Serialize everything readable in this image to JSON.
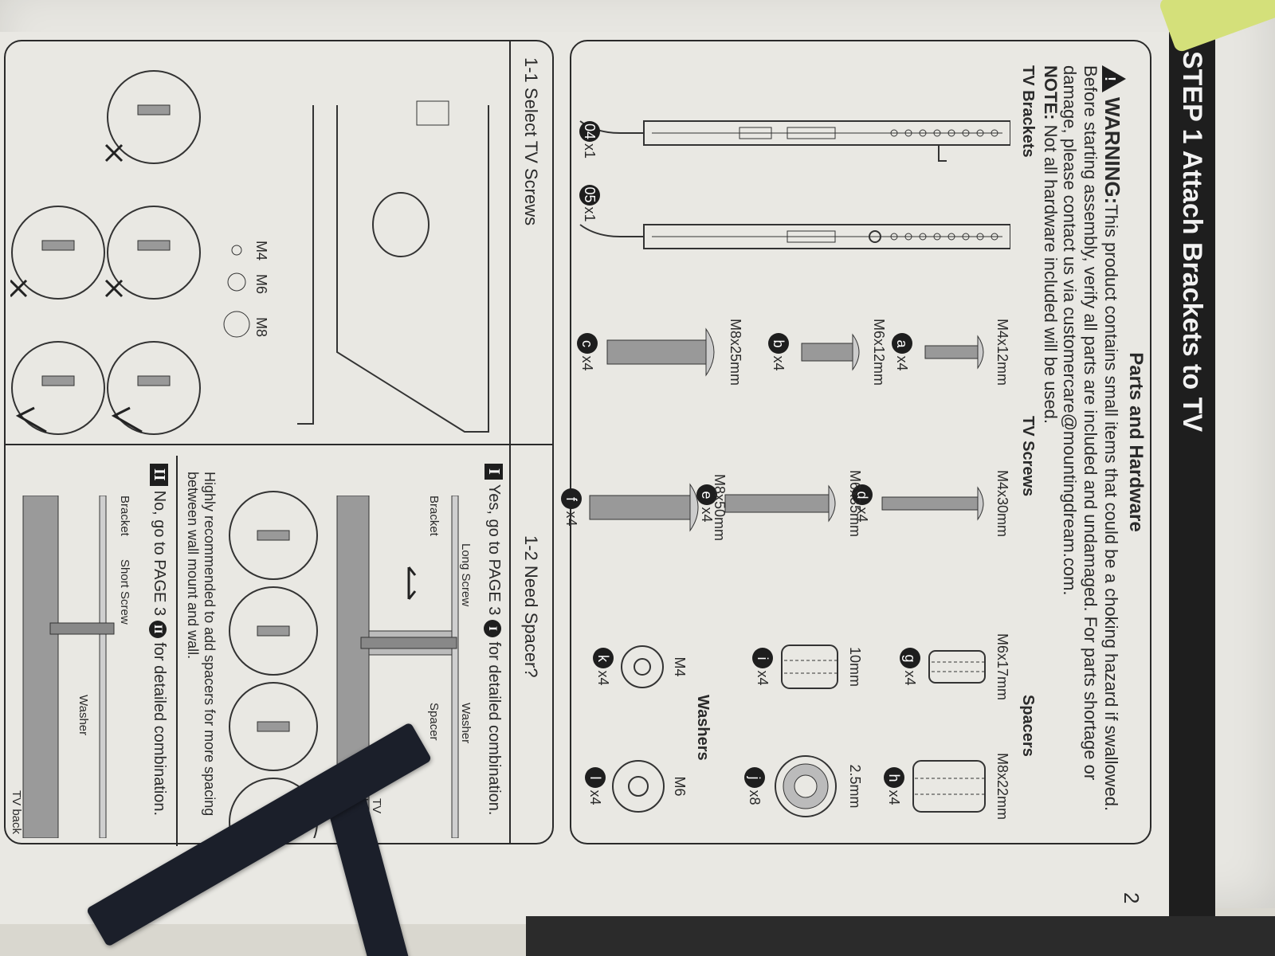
{
  "page": {
    "step_title": "STEP 1 Attach Brackets to TV",
    "page_number": "2"
  },
  "parts": {
    "heading": "Parts and Hardware",
    "warning_label": "WARNING:",
    "warning_text": "This product contains small items that could be a choking hazard if swallowed. Before starting assembly, verify all parts are included and undamaged. For parts shortage or damage, please contact us via customercare@mountingdream.com.",
    "note_label": "NOTE:",
    "note_text": "Not all hardware included will be used.",
    "tv_brackets_label": "TV Brackets",
    "tv_screws_label": "TV Screws",
    "spacers_label": "Spacers",
    "washers_label": "Washers",
    "brackets": [
      {
        "id": "04",
        "qty": "x1"
      },
      {
        "id": "05",
        "qty": "x1"
      }
    ],
    "screws": [
      {
        "spec": "M4x12mm",
        "id": "a",
        "qty": "x4"
      },
      {
        "spec": "M6x12mm",
        "id": "b",
        "qty": "x4"
      },
      {
        "spec": "M8x25mm",
        "id": "c",
        "qty": "x4"
      },
      {
        "spec": "M4x30mm",
        "id": "d",
        "qty": "x4"
      },
      {
        "spec": "M6x35mm",
        "id": "e",
        "qty": "x4"
      },
      {
        "spec": "M8x50mm",
        "id": "f",
        "qty": "x4"
      }
    ],
    "spacers": [
      {
        "spec": "M6x17mm",
        "id": "g",
        "qty": "x4"
      },
      {
        "spec": "M8x22mm",
        "id": "h",
        "qty": "x4"
      },
      {
        "spec": "10mm",
        "id": "i",
        "qty": "x4"
      },
      {
        "spec": "2.5mm",
        "id": "j",
        "qty": "x8"
      }
    ],
    "washers": [
      {
        "spec": "M4",
        "id": "k",
        "qty": "x4"
      },
      {
        "spec": "M6",
        "id": "l",
        "qty": "x4"
      }
    ]
  },
  "select_screws": {
    "title": "1-1 Select TV Screws",
    "sizes": [
      "M4",
      "M6",
      "M8"
    ]
  },
  "need_spacer": {
    "title": "1-2 Need Spacer?",
    "yes_roman": "I",
    "yes_text_1": "Yes, go to PAGE 3",
    "yes_text_2": "for detailed combination.",
    "yes_labels": {
      "long_screw": "Long Screw",
      "washer": "Washer",
      "spacer": "Spacer",
      "bracket": "Bracket",
      "tv_back": "TV back"
    },
    "recommend_text": "Highly recommended to add spacers for more spacing between wall mount and wall.",
    "no_roman": "II",
    "no_text_1": "No, go to PAGE 3",
    "no_text_2": "for detailed combination.",
    "no_labels": {
      "bracket": "Bracket",
      "short_screw": "Short Screw",
      "washer": "Washer",
      "tv_back": "TV back"
    }
  }
}
